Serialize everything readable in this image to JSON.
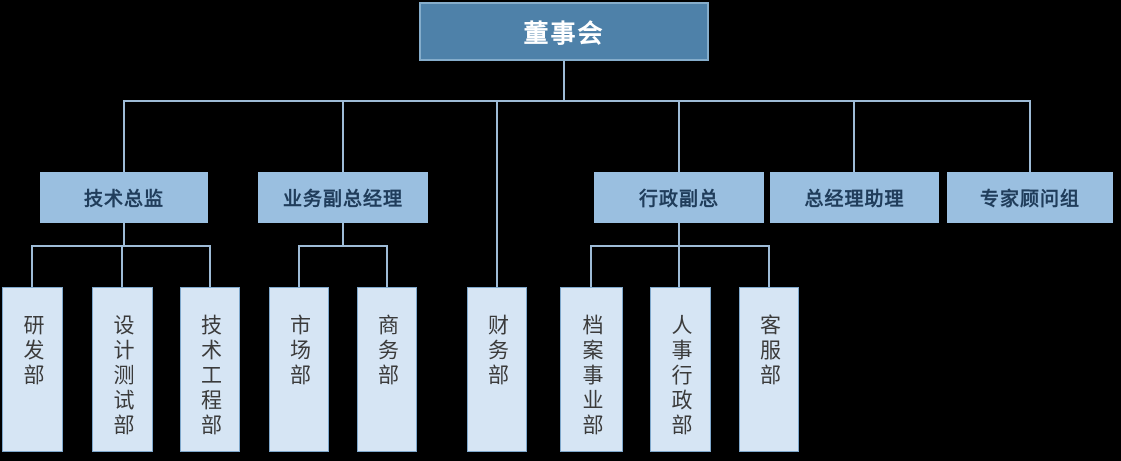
{
  "org_chart": {
    "root": {
      "label": "董事会"
    },
    "managers": [
      {
        "label": "技术总监"
      },
      {
        "label": "业务副总经理"
      },
      {
        "label": "行政副总"
      },
      {
        "label": "总经理助理"
      },
      {
        "label": "专家顾问组"
      }
    ],
    "departments": [
      {
        "label": "研发部"
      },
      {
        "label": "设计测试部"
      },
      {
        "label": "技术工程部"
      },
      {
        "label": "市场部"
      },
      {
        "label": "商务部"
      },
      {
        "label": "财务部"
      },
      {
        "label": "档案事业部"
      },
      {
        "label": "人事行政部"
      },
      {
        "label": "客服部"
      }
    ],
    "colors": {
      "background": "#000000",
      "root_fill": "#4E81A9",
      "root_border": "#85ADCB",
      "root_text": "#FFFFFF",
      "manager_fill": "#9ABFE0",
      "manager_text": "#203D5B",
      "department_fill": "#D6E5F4",
      "department_border": "#7FA8CC",
      "department_text": "#3B3B3B",
      "connector": "#9EBBD6"
    }
  }
}
